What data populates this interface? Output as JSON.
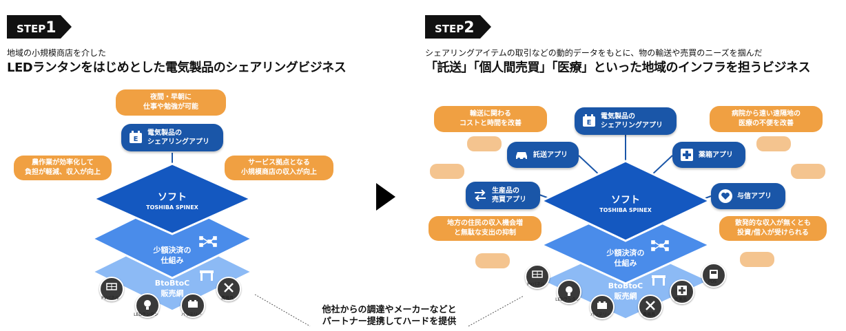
{
  "step1": {
    "tag_word": "STEP",
    "tag_num": "1",
    "subtitle": "地域の小規模商店を介した",
    "headline": "LEDランタンをはじめとした電気製品のシェアリングビジネス",
    "bubbles": {
      "top": [
        "夜間・早朝に",
        "仕事や勉強が可能"
      ],
      "left": [
        "農作業が効率化して",
        "負担が軽減、収入が向上"
      ],
      "right": [
        "サービス拠点となる",
        "小規模商店の収入が向上"
      ]
    },
    "app": [
      "電気製品の",
      "シェアリングアプリ"
    ],
    "layers": {
      "soft_title": "ソフト",
      "soft_sub": "TOSHIBA SPINEX",
      "payment": [
        "少額決済の",
        "仕組み"
      ],
      "sales": [
        "BtoBtoC",
        "販売網"
      ]
    },
    "hardware": [
      "PVパネル",
      "LEDランタン",
      "バッテリー",
      "農機具"
    ]
  },
  "step2": {
    "tag_word": "STEP",
    "tag_num": "2",
    "subtitle": "シェアリングアイテムの取引などの動的データをもとに、物の輸送や売買のニーズを掴んだ",
    "headline": "「託送」「個人間売買」「医療」といった地域のインフラを担うビジネス",
    "bubbles": {
      "top_left": [
        "輸送に関わる",
        "コストと時間を改善"
      ],
      "top_right": [
        "病院から遠い遠隔地の",
        "医療の不便を改善"
      ],
      "bottom_left": [
        "地方の住民の収入機会増",
        "と無駄な支出の抑制"
      ],
      "bottom_right": [
        "散発的な収入が無くとも",
        "投資/借入が受けられる"
      ]
    },
    "apps": {
      "center": [
        "電気製品の",
        "シェアリングアプリ"
      ],
      "delivery": [
        "託送アプリ"
      ],
      "medicine": [
        "薬箱アプリ"
      ],
      "trading": [
        "生産品の",
        "売買アプリ"
      ],
      "credit": [
        "与信アプリ"
      ]
    },
    "layers": {
      "soft_title": "ソフト",
      "soft_sub": "TOSHIBA SPINEX",
      "payment": [
        "少額決済の",
        "仕組み"
      ],
      "sales": [
        "BtoBtoC",
        "販売網"
      ]
    },
    "hardware": [
      "PVパネル",
      "LEDランタン",
      "バッテリー",
      "農機具",
      "医薬品",
      "POS"
    ]
  },
  "partner_note": [
    "他社からの調達やメーカーなどと",
    "パートナー提携してハードを提供"
  ],
  "colors": {
    "orange": "#f0a042",
    "pale_orange": "#f4c48f",
    "app_blue": "#1a56a8",
    "soft_blue": "#1458c0",
    "payment_blue": "#4a8cea",
    "sales_blue": "#8cbaf5"
  }
}
